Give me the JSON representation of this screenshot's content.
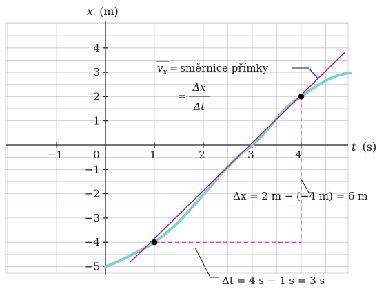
{
  "chart_data": {
    "type": "line",
    "xlabel_var": "t",
    "xlabel_unit": "(s)",
    "ylabel_var": "x",
    "ylabel_unit": "(m)",
    "xlim": [
      -2,
      5
    ],
    "ylim": [
      -5.5,
      5
    ],
    "grid": true,
    "x_ticks": [
      -1,
      0,
      1,
      2,
      3,
      4
    ],
    "y_ticks": [
      -5,
      -4,
      -3,
      -2,
      -1,
      1,
      2,
      3,
      4
    ],
    "colors": {
      "curve": "#7ecfd2",
      "secant": "#cc1f73",
      "dashed": "#cc1f73",
      "grid": "#c8c8c8",
      "axis": "#222222",
      "point": "#000000"
    },
    "series": [
      {
        "kind": "position-curve",
        "x": [
          0,
          0.25,
          0.5,
          0.75,
          1,
          1.25,
          1.5,
          1.75,
          2,
          2.25,
          2.5,
          2.75,
          3,
          3.25,
          3.5,
          3.75,
          4,
          4.25,
          4.5,
          4.75,
          5
        ],
        "y": [
          -5,
          -4.8,
          -4.55,
          -4.3,
          -4,
          -3.6,
          -3.15,
          -2.6,
          -2.05,
          -1.45,
          -0.9,
          -0.4,
          0,
          0.5,
          1.1,
          1.65,
          2.0,
          2.35,
          2.65,
          2.87,
          2.98
        ]
      },
      {
        "kind": "secant-line",
        "x": [
          0.5,
          4.9
        ],
        "y": [
          -4.83,
          3.84
        ]
      }
    ],
    "points": [
      {
        "x": 1,
        "y": -4
      },
      {
        "x": 4,
        "y": 2
      }
    ],
    "annotations": {
      "secant_label": {
        "vx": "v",
        "vx_sub": "x",
        "equals": "=",
        "text": "směrnice přímky",
        "frac_eq": "=",
        "frac_num": "Δx",
        "frac_den": "Δt"
      },
      "delta_x": "Δx = 2 m − (−4 m) = 6 m",
      "delta_t": "Δt = 4 s − 1 s = 3 s"
    }
  }
}
